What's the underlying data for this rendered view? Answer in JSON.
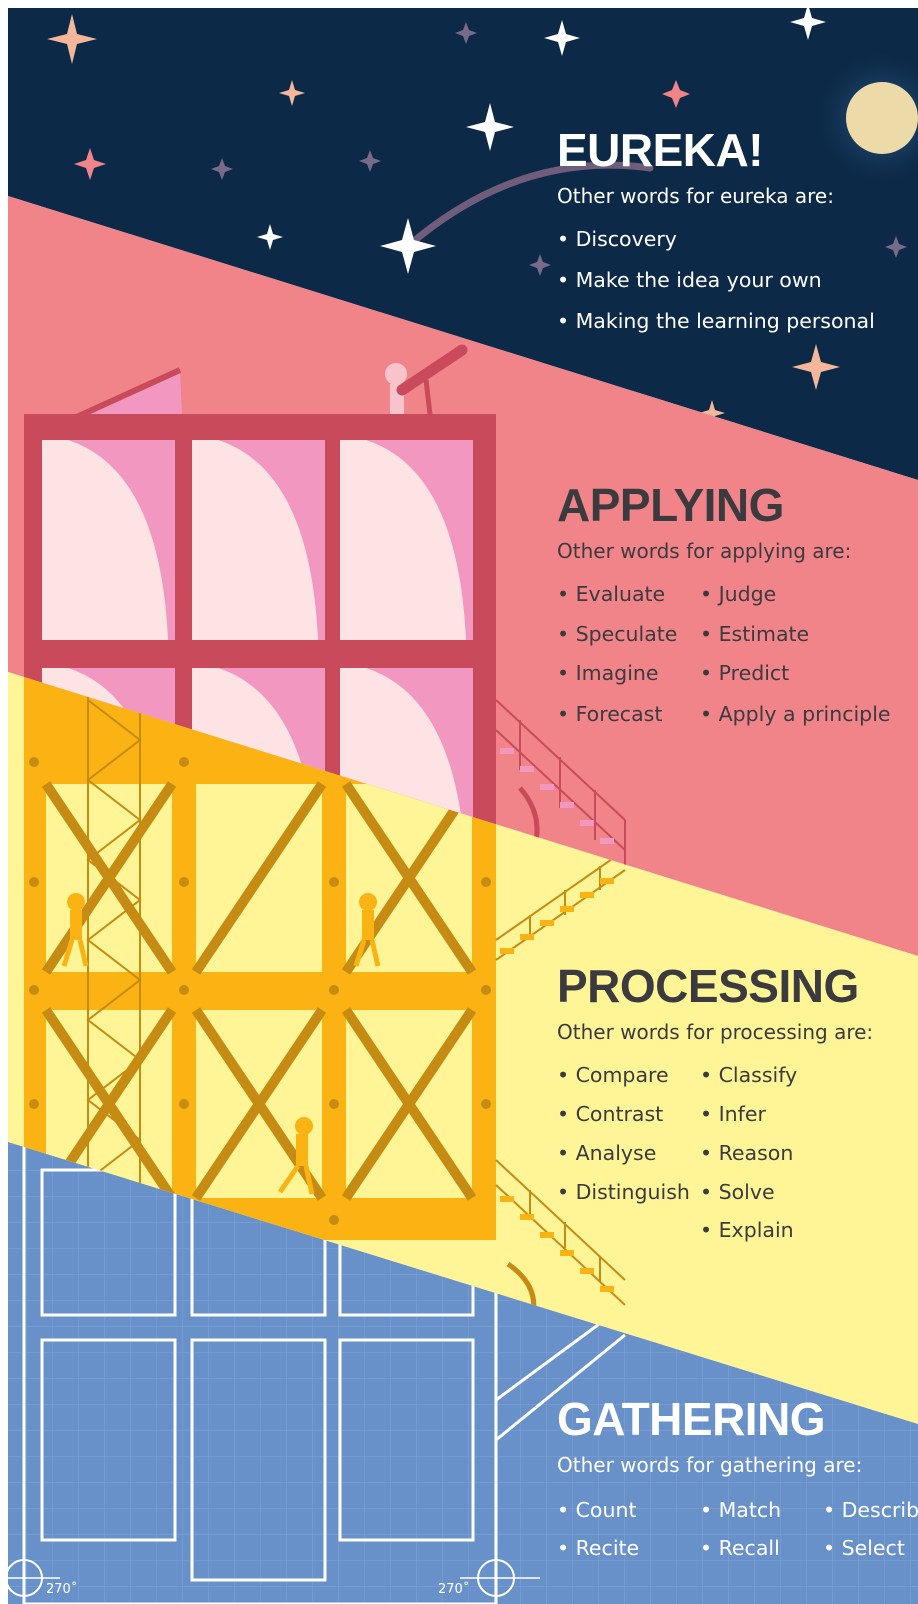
{
  "colors": {
    "night": "#0c2a47",
    "coral": "#f18489",
    "yellow": "#fff597",
    "blueprint": "#6890c9",
    "frame_red": "#c94a5a",
    "frame_orange": "#fbb314",
    "frame_brown": "#c68b12",
    "text_dark": "#3b3b3f",
    "moon": "#ecdba8"
  },
  "icons": [
    "star-icon",
    "moon-icon",
    "shooting-star-icon",
    "telescope-icon",
    "worker-icon",
    "arrow-down-icon",
    "staircase-icon"
  ],
  "sections": {
    "eureka": {
      "title": "EUREKA!",
      "subtitle": "Other words for eureka are:",
      "items": [
        "Discovery",
        "Make the idea your own",
        "Making the learning personal"
      ]
    },
    "applying": {
      "title": "APPLYING",
      "subtitle": "Other words for applying are:",
      "items": [
        "Evaluate",
        "Speculate",
        "Imagine",
        "Forecast",
        "Judge",
        "Estimate",
        "Predict",
        "Apply a principle"
      ]
    },
    "processing": {
      "title": "PROCESSING",
      "subtitle": "Other words for processing are:",
      "items": [
        "Compare",
        "Contrast",
        "Analyse",
        "Distinguish",
        "Classify",
        "Infer",
        "Reason",
        "Solve",
        "Explain"
      ]
    },
    "gathering": {
      "title": "GATHERING",
      "subtitle": "Other words for gathering are:",
      "items": [
        "Count",
        "Recite",
        "Match",
        "Recall",
        "Describ",
        "Select"
      ]
    }
  },
  "angle_labels": [
    "270˚",
    "270˚"
  ]
}
